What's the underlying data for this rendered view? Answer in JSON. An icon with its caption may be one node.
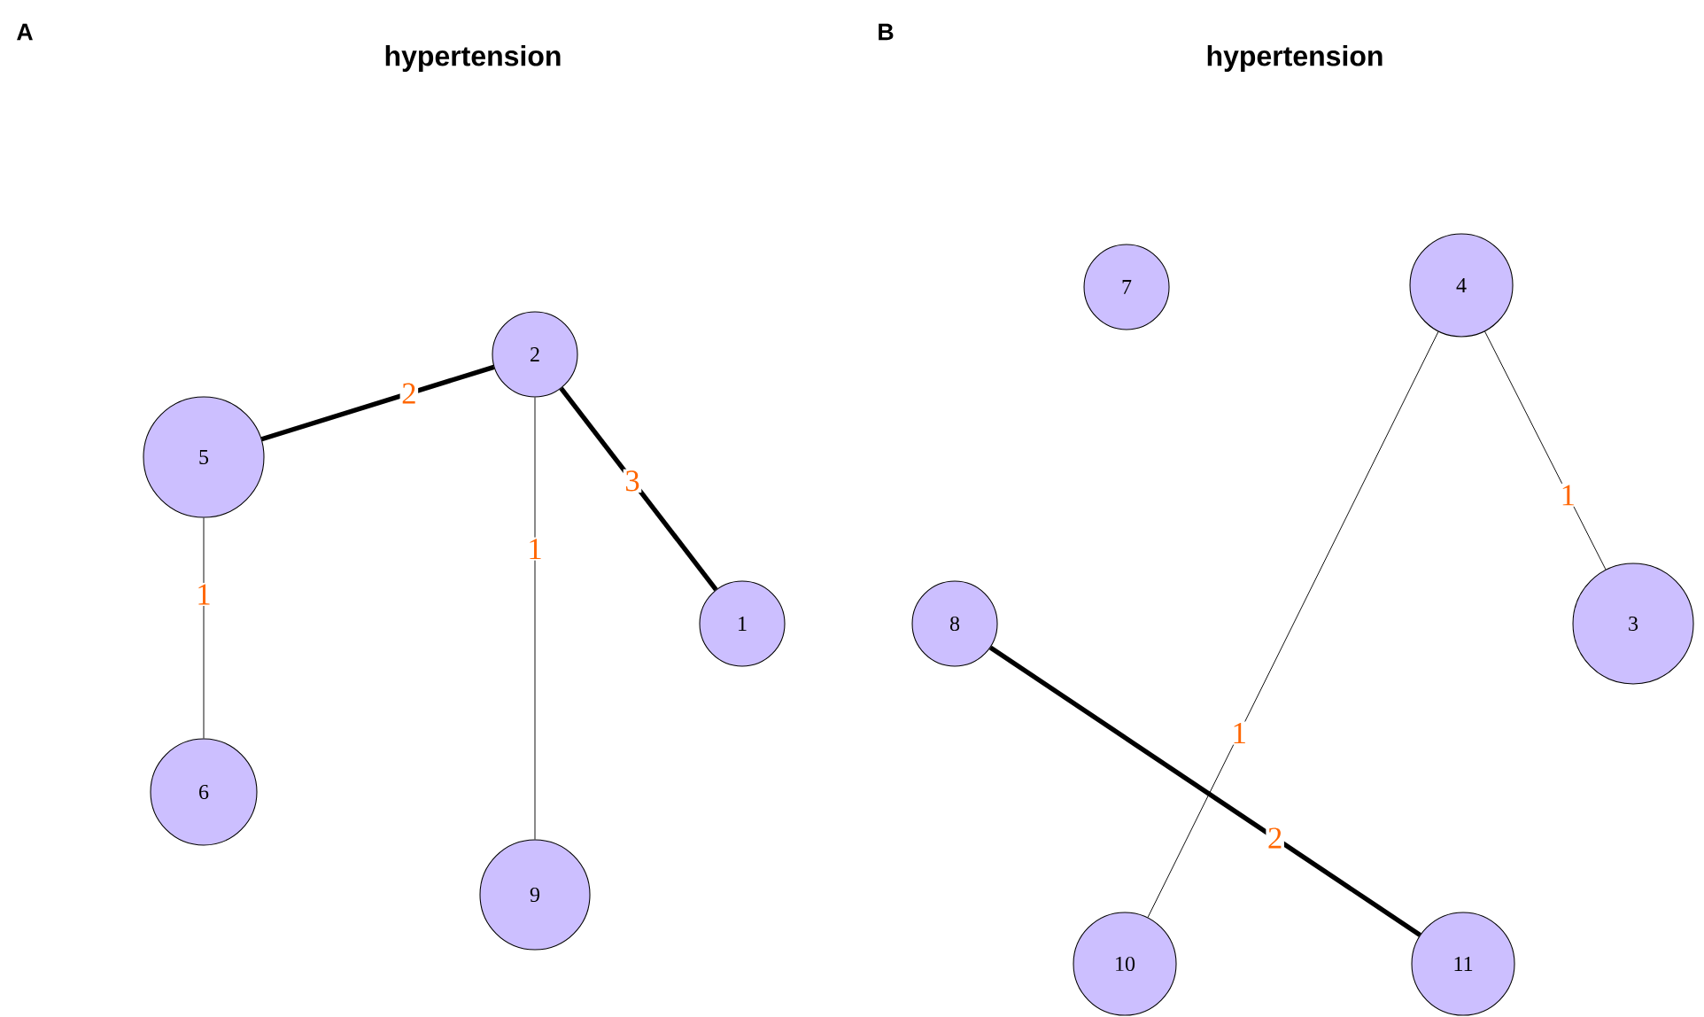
{
  "diagram": {
    "nodes": [
      {
        "text": [
          "2"
        ]
      },
      {
        "text": [
          "5"
        ]
      },
      {
        "text": [
          "1"
        ]
      },
      {
        "text": [
          "6"
        ]
      },
      {
        "text": [
          "9"
        ]
      },
      {
        "text": [
          "7"
        ]
      },
      {
        "text": [
          "4"
        ]
      },
      {
        "text": [
          "8"
        ]
      },
      {
        "text": [
          "3"
        ]
      },
      {
        "text": [
          "10"
        ]
      },
      {
        "text": [
          "11"
        ]
      }
    ],
    "edges": [
      {
        "from": 1,
        "to": 0,
        "arrow": "none",
        "label": "2",
        "style": "thick"
      },
      {
        "from": 0,
        "to": 2,
        "arrow": "none",
        "label": "3",
        "style": "thick"
      },
      {
        "from": 0,
        "to": 4,
        "arrow": "none",
        "label": "1"
      },
      {
        "from": 1,
        "to": 3,
        "arrow": "none",
        "label": "1"
      },
      {
        "from": 6,
        "to": 8,
        "arrow": "none",
        "label": "1"
      },
      {
        "from": 6,
        "to": 9,
        "arrow": "none",
        "label": "1"
      },
      {
        "from": 7,
        "to": 10,
        "arrow": "none",
        "label": "2",
        "style": "thick"
      }
    ],
    "labels": [
      "A",
      "hypertension",
      "B",
      "hypertension"
    ]
  }
}
